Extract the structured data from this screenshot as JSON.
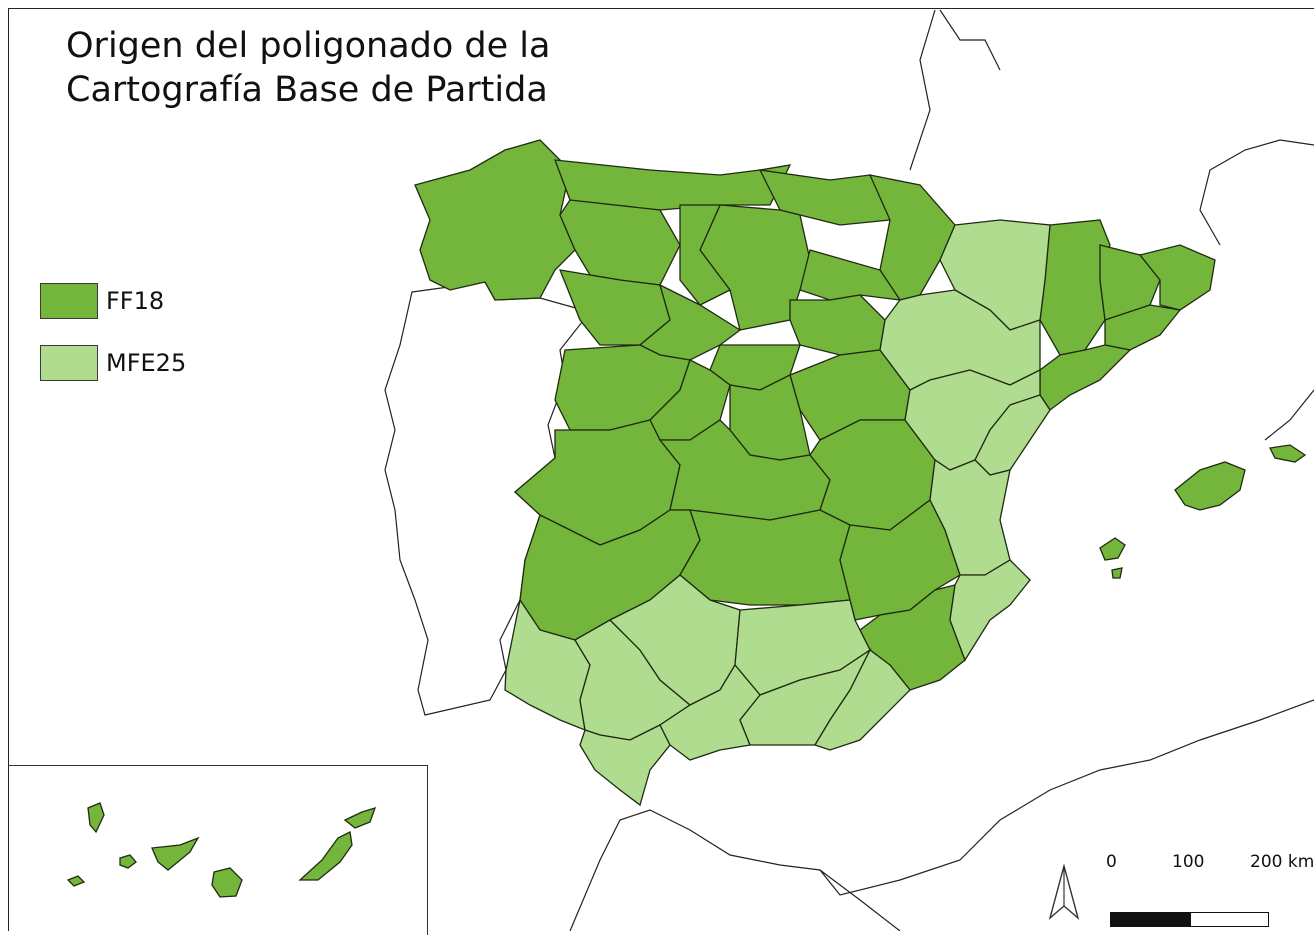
{
  "title": {
    "line1": "Origen del poligonado de la",
    "line2": "Cartografía Base de Partida"
  },
  "legend": {
    "items": [
      {
        "label": "FF18",
        "color": "#74b63b"
      },
      {
        "label": "MFE25",
        "color": "#b0dc90"
      }
    ]
  },
  "scale_bar": {
    "labels": [
      "0",
      "100",
      "200 km"
    ],
    "values_km": [
      0,
      100,
      200
    ]
  },
  "colors": {
    "ff18": "#74b63b",
    "mfe25": "#b0dc90",
    "border": "#1f2a12",
    "land_outline": "#222222",
    "background": "#ffffff"
  },
  "icons": {
    "north": "north-arrow-icon"
  }
}
